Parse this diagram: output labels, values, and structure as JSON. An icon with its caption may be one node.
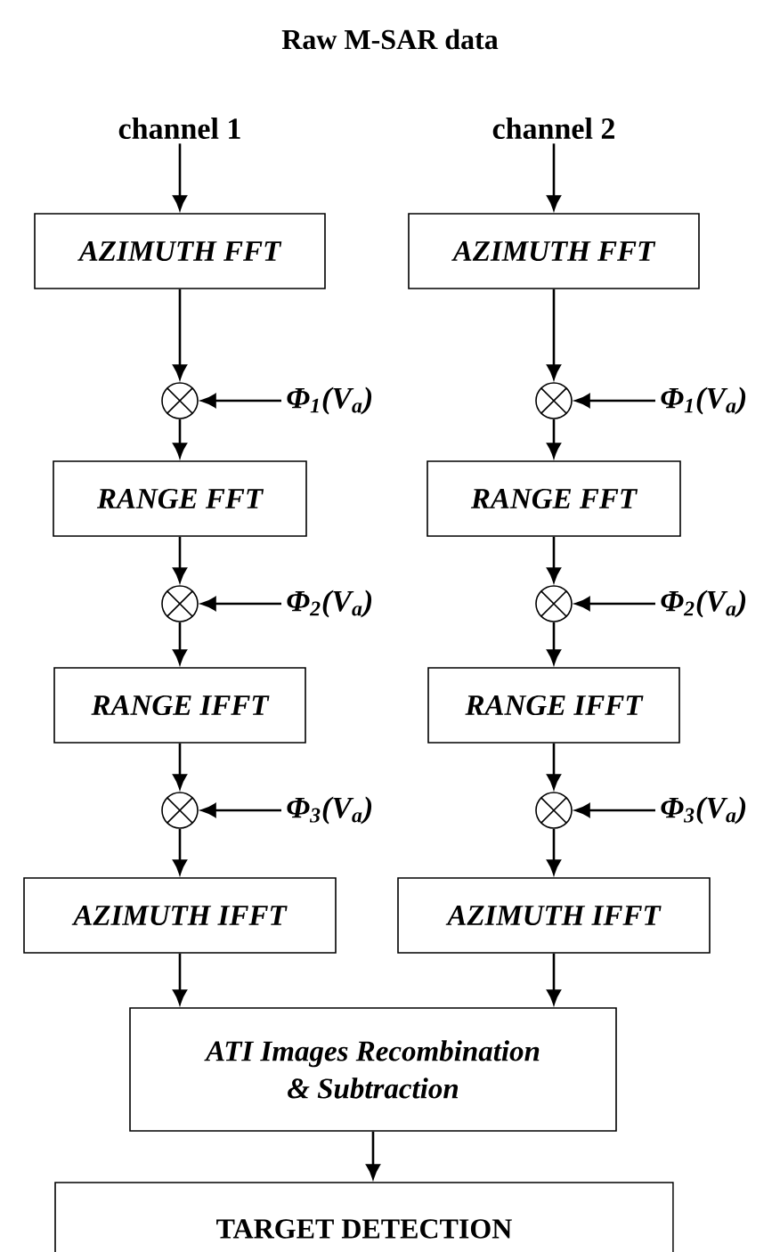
{
  "diagram": {
    "title": "Raw M-SAR data",
    "nodes": [
      {
        "text": [
          "channel 1"
        ]
      },
      {
        "text": [
          "channel 2"
        ]
      },
      {
        "text": [
          "AZIMUTH FFT"
        ]
      },
      {
        "text": [],
        "shape": "circle"
      },
      {
        "text": [
          "Φ$_{1}$(V$_{a}$)"
        ]
      },
      {
        "text": [
          "RANGE FFT"
        ]
      },
      {
        "text": [],
        "shape": "circle"
      },
      {
        "text": [
          "Φ$_{2}$(V$_{a}$)"
        ]
      },
      {
        "text": [
          "RANGE IFFT"
        ]
      },
      {
        "text": [],
        "shape": "circle"
      },
      {
        "text": [
          "Φ$_{3}$(V$_{a}$)"
        ]
      },
      {
        "text": [
          "AZIMUTH IFFT"
        ]
      },
      {
        "text": [
          "AZIMUTH FFT"
        ]
      },
      {
        "text": [],
        "shape": "circle"
      },
      {
        "text": [
          "Φ$_{1}$(V$_{a}$)"
        ]
      },
      {
        "text": [
          "RANGE FFT"
        ]
      },
      {
        "text": [],
        "shape": "circle"
      },
      {
        "text": [
          "Φ$_{2}$(V$_{a}$)"
        ]
      },
      {
        "text": [
          "RANGE IFFT"
        ]
      },
      {
        "text": [],
        "shape": "circle"
      },
      {
        "text": [
          "Φ$_{3}$(V$_{a}$)"
        ]
      },
      {
        "text": [
          "AZIMUTH IFFT"
        ]
      },
      {
        "text": [
          "ATI Images Recombination & Subtraction"
        ]
      },
      {
        "text": [
          "TARGET DETECTION"
        ]
      }
    ],
    "edges": [
      {
        "from": 0,
        "to": 2,
        "arrow": "to"
      },
      {
        "from": 2,
        "to": 3,
        "arrow": "to"
      },
      {
        "from": 4,
        "to": 3,
        "arrow": "to"
      },
      {
        "from": 3,
        "to": 5,
        "arrow": "to"
      },
      {
        "from": 5,
        "to": 6,
        "arrow": "to"
      },
      {
        "from": 7,
        "to": 6,
        "arrow": "to"
      },
      {
        "from": 6,
        "to": 8,
        "arrow": "to"
      },
      {
        "from": 8,
        "to": 9,
        "arrow": "to"
      },
      {
        "from": 10,
        "to": 9,
        "arrow": "to"
      },
      {
        "from": 9,
        "to": 11,
        "arrow": "to"
      },
      {
        "from": 11,
        "to": 22,
        "arrow": "to"
      },
      {
        "from": 1,
        "to": 12,
        "arrow": "to"
      },
      {
        "from": 12,
        "to": 13,
        "arrow": "to"
      },
      {
        "from": 14,
        "to": 13,
        "arrow": "to"
      },
      {
        "from": 13,
        "to": 15,
        "arrow": "to"
      },
      {
        "from": 15,
        "to": 16,
        "arrow": "to"
      },
      {
        "from": 17,
        "to": 16,
        "arrow": "to"
      },
      {
        "from": 16,
        "to": 18,
        "arrow": "to"
      },
      {
        "from": 18,
        "to": 19,
        "arrow": "to"
      },
      {
        "from": 20,
        "to": 19,
        "arrow": "to"
      },
      {
        "from": 19,
        "to": 21,
        "arrow": "to"
      },
      {
        "from": 21,
        "to": 22,
        "arrow": "to"
      },
      {
        "from": 22,
        "to": 23,
        "arrow": "to"
      }
    ]
  }
}
